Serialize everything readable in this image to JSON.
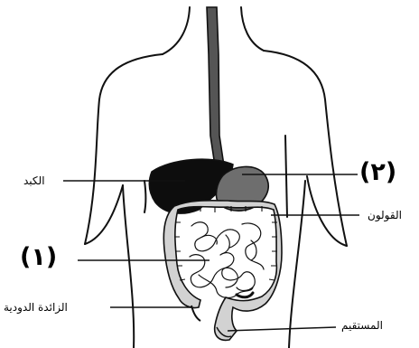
{
  "labels": {
    "liver": "الكبد",
    "colon": "القولون",
    "appendix": "الزائدة الدودية",
    "rectum": "المستقيم",
    "marker_1": "(١)",
    "marker_2": "(٢)"
  },
  "colors": {
    "outline": "#111111",
    "liver_fill": "#0d0d0d",
    "stomach_fill": "#6e6e6e",
    "esophagus_fill": "#555555",
    "intestine_fill": "#d2d2d2",
    "background": "#ffffff"
  },
  "icons": {
    "torso": "torso-outline-icon",
    "liver": "liver-icon",
    "stomach": "stomach-icon",
    "esophagus": "esophagus-icon",
    "large_intestine": "large-intestine-icon",
    "small_intestine": "small-intestine-icon"
  }
}
